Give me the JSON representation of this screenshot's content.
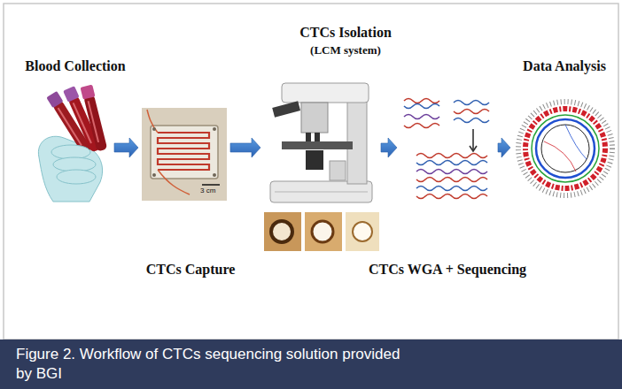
{
  "diagram": {
    "caption": "Figure 2. Workflow of CTCs sequencing solution provided by BGI",
    "nodes": [
      {
        "text": [
          "Blood Collection"
        ]
      },
      {
        "text": [
          "CTCs Capture"
        ]
      },
      {
        "text": [
          "CTCs Isolation",
          "(LCM system)"
        ]
      },
      {
        "text": [
          "CTCs WGA + Sequencing"
        ]
      },
      {
        "text": [
          "Data Analysis"
        ]
      }
    ],
    "edges": [
      {
        "from": 0,
        "to": 1,
        "arrow": "to"
      },
      {
        "from": 1,
        "to": 2,
        "arrow": "to"
      },
      {
        "from": 2,
        "to": 3,
        "arrow": "to"
      },
      {
        "from": 3,
        "to": 4,
        "arrow": "to"
      }
    ],
    "labels": [
      "3 cm"
    ]
  }
}
